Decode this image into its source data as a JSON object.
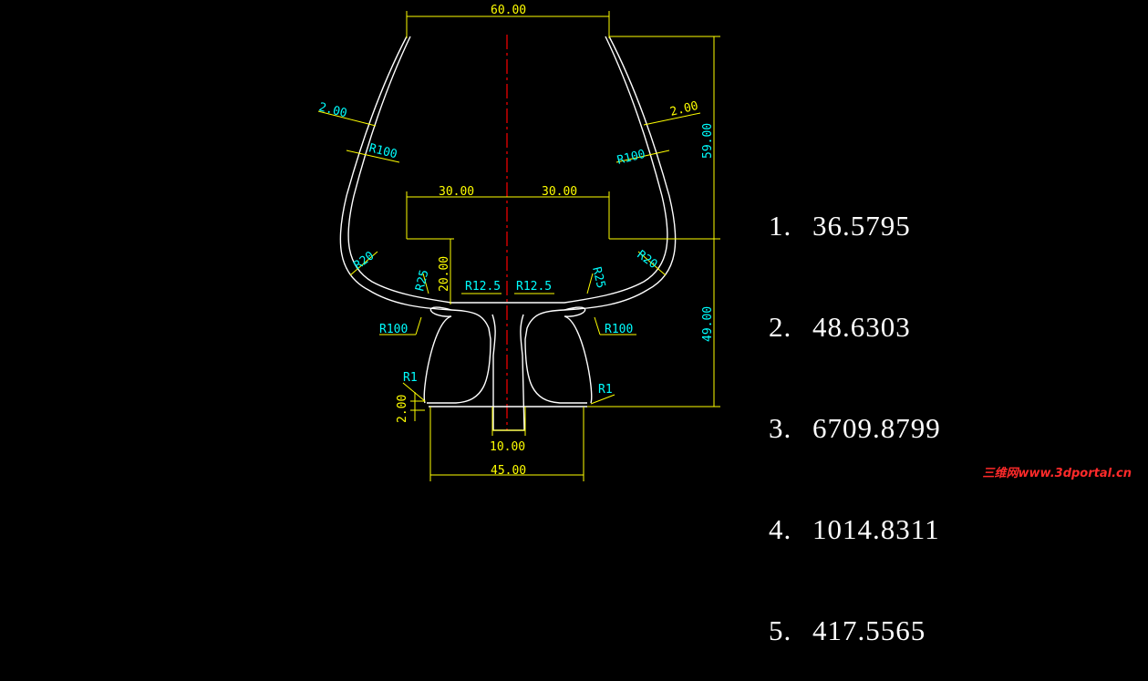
{
  "drawing": {
    "colors": {
      "profile": "#ffffff",
      "dimension_line": "#ffff00",
      "dimension_text_yellow": "#ffff00",
      "dimension_text_cyan": "#00ffff",
      "centerline": "#ff0000",
      "background": "#000000"
    },
    "dimensions": {
      "top_width": "60.00",
      "wall_left": "2.00",
      "wall_right": "2.00",
      "height_upper": "59.00",
      "height_lower": "49.00",
      "half_width_left": "30.00",
      "half_width_right": "30.00",
      "step_height": "20.00",
      "stem_width": "10.00",
      "base_width": "45.00",
      "base_thickness": "2.00"
    },
    "radii": {
      "r100_upper_left": "R100",
      "r100_upper_right": "R100",
      "r20_left": "R20",
      "r20_right": "R20",
      "r25_left": "R25",
      "r25_right": "R25",
      "r12_5_left": "R12.5",
      "r12_5_right": "R12.5",
      "r100_lower_left": "R100",
      "r100_lower_right": "R100",
      "r1_left": "R1",
      "r1_right": "R1"
    }
  },
  "results": [
    {
      "index": "1.",
      "value": "36.5795"
    },
    {
      "index": "2.",
      "value": "48.6303"
    },
    {
      "index": "3.",
      "value": "6709.8799"
    },
    {
      "index": "4.",
      "value": "1014.8311"
    },
    {
      "index": "5.",
      "value": "417.5565"
    }
  ],
  "watermark": "三维网www.3dportal.cn"
}
